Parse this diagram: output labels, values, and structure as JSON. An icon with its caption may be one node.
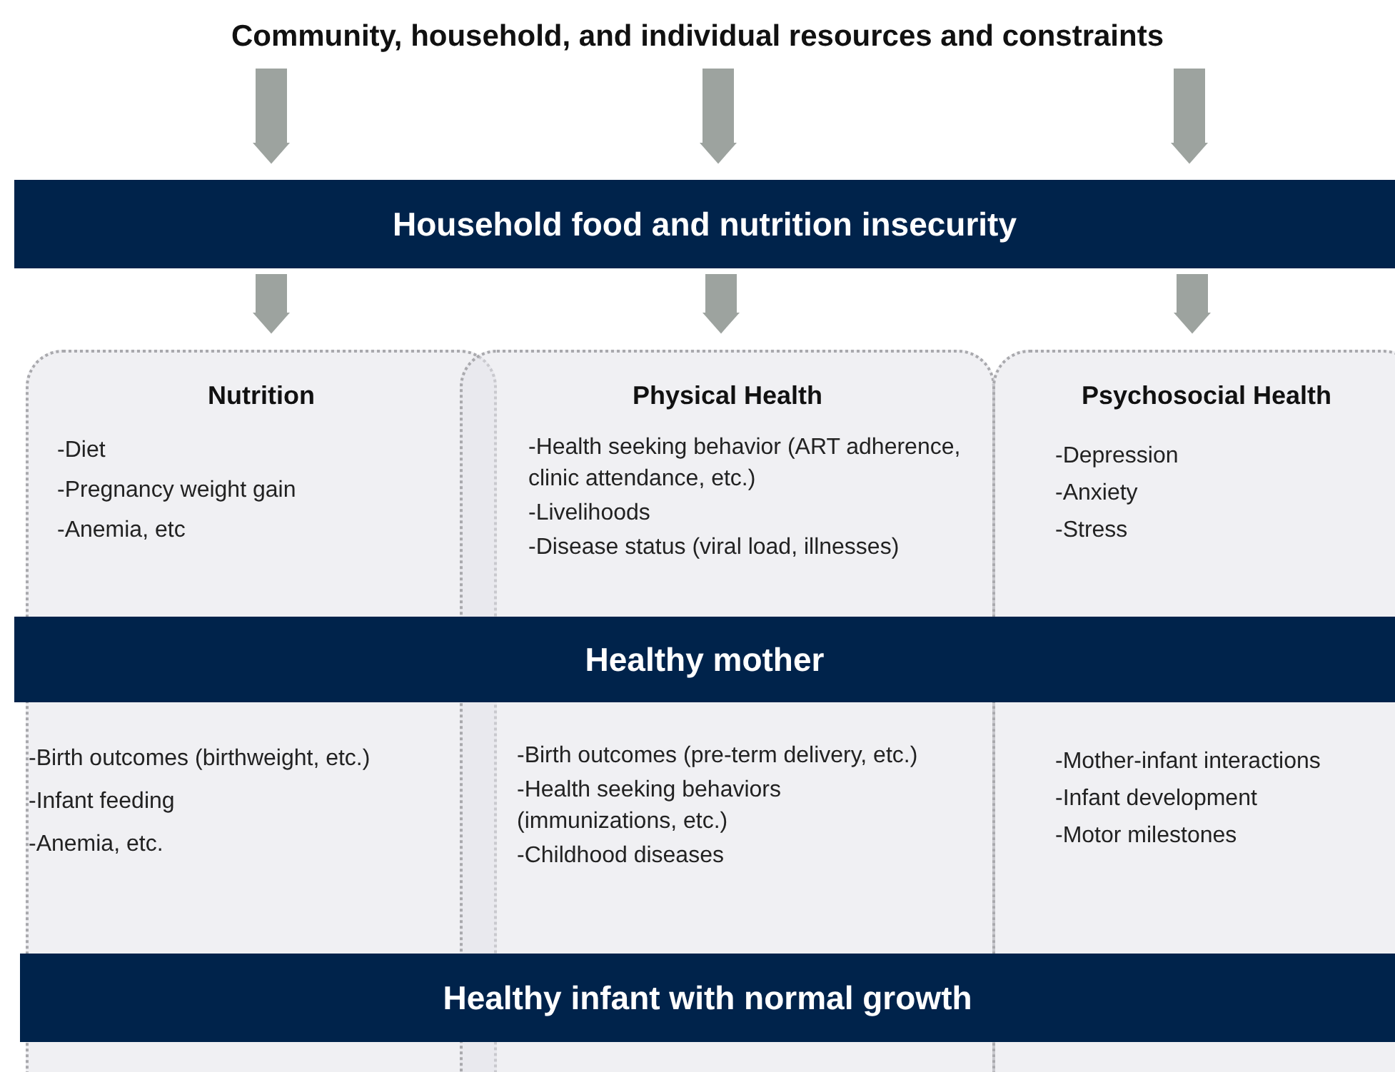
{
  "diagram": {
    "nodes": [
      {
        "text": [
          "Community, household, and individual resources and constraints"
        ]
      },
      {
        "text": [
          "Household food and nutrition insecurity"
        ]
      },
      {
        "text": [
          "Nutrition",
          "-Diet",
          "-Pregnancy weight gain",
          "-Anemia, etc",
          "-Birth outcomes (birthweight, etc.)",
          "-Infant feeding",
          "-Anemia, etc."
        ]
      },
      {
        "text": [
          "Physical Health",
          "-Health seeking behavior (ART adherence, clinic attendance, etc.)",
          "-Livelihoods",
          "-Disease status (viral load, illnesses)",
          "-Birth outcomes (pre-term delivery, etc.)",
          "-Health seeking behaviors (immunizations, etc.)",
          "-Childhood diseases"
        ]
      },
      {
        "text": [
          "Psychosocial Health",
          "-Depression",
          "-Anxiety",
          "-Stress",
          "-Mother-infant interactions",
          "-Infant development",
          "-Motor milestones"
        ]
      },
      {
        "text": [
          "Healthy mother"
        ]
      },
      {
        "text": [
          "Healthy infant with normal growth"
        ]
      }
    ],
    "edges": [
      {
        "from": 0,
        "to": 1,
        "arrow": "to"
      },
      {
        "from": 0,
        "to": 1,
        "arrow": "to"
      },
      {
        "from": 0,
        "to": 1,
        "arrow": "to"
      },
      {
        "from": 1,
        "to": 2,
        "arrow": "to"
      },
      {
        "from": 1,
        "to": 3,
        "arrow": "to"
      },
      {
        "from": 1,
        "to": 4,
        "arrow": "to"
      }
    ]
  }
}
